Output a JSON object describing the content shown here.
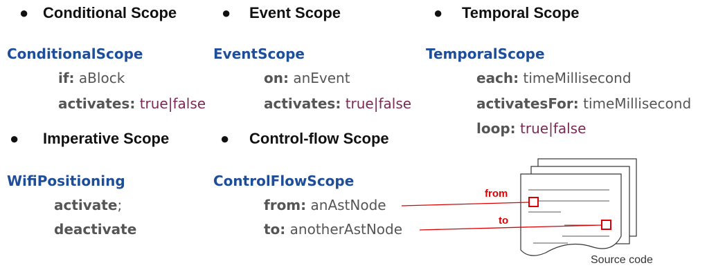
{
  "sections": {
    "conditional": {
      "heading": "Conditional Scope",
      "class_name": "ConditionalScope",
      "lines": [
        {
          "key": "if:",
          "value": "aBlock"
        },
        {
          "key": "activates:",
          "value_true": "true",
          "sep": "|",
          "value_false": "false"
        }
      ]
    },
    "event": {
      "heading": "Event Scope",
      "class_name": "EventScope",
      "lines": [
        {
          "key": "on:",
          "value": "anEvent"
        },
        {
          "key": "activates:",
          "value_true": "true",
          "sep": "|",
          "value_false": "false"
        }
      ]
    },
    "temporal": {
      "heading": "Temporal Scope",
      "class_name": "TemporalScope",
      "lines": [
        {
          "key": "each:",
          "value": "timeMillisecond"
        },
        {
          "key": "activatesFor:",
          "value": "timeMillisecond"
        },
        {
          "key": "loop:",
          "value_true": "true",
          "sep": "|",
          "value_false": "false"
        }
      ]
    },
    "imperative": {
      "heading": "Imperative Scope",
      "class_name": "WifiPositioning",
      "lines": [
        {
          "key": "activate",
          "suffix": ";"
        },
        {
          "key": "deactivate"
        }
      ]
    },
    "controlflow": {
      "heading": "Control-flow Scope",
      "class_name": "ControlFlowScope",
      "lines": [
        {
          "key": "from:",
          "value": "anAstNode"
        },
        {
          "key": "to:",
          "value": "anotherAstNode"
        }
      ]
    }
  },
  "source_doc": {
    "from_label": "from",
    "to_label": "to",
    "caption": "Source code"
  },
  "colors": {
    "class_name": "#1f4e99",
    "keyword": "#555555",
    "boolean": "#7a2a55",
    "marker": "#dd0000"
  }
}
